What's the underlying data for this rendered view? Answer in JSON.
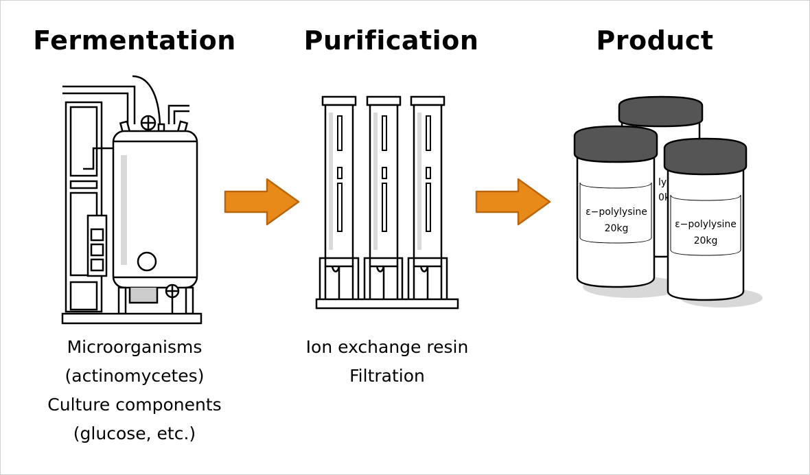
{
  "stages": {
    "fermentation": {
      "title": "Fermentation",
      "caption": [
        "Microorganisms",
        " (actinomycetes)",
        "Culture components",
        " (glucose, etc.)"
      ]
    },
    "purification": {
      "title": "Purification",
      "caption": [
        "Ion exchange resin",
        "Filtration"
      ]
    },
    "product": {
      "title": "Product",
      "jar_label_line1": "ε−polylysine",
      "jar_label_line2": "20kg"
    }
  },
  "colors": {
    "arrow_fill": "#e88a1a",
    "arrow_stroke": "#b8650e",
    "lid": "#555555",
    "shadow": "#d8d8d8",
    "highlight": "#d9d9d9"
  }
}
